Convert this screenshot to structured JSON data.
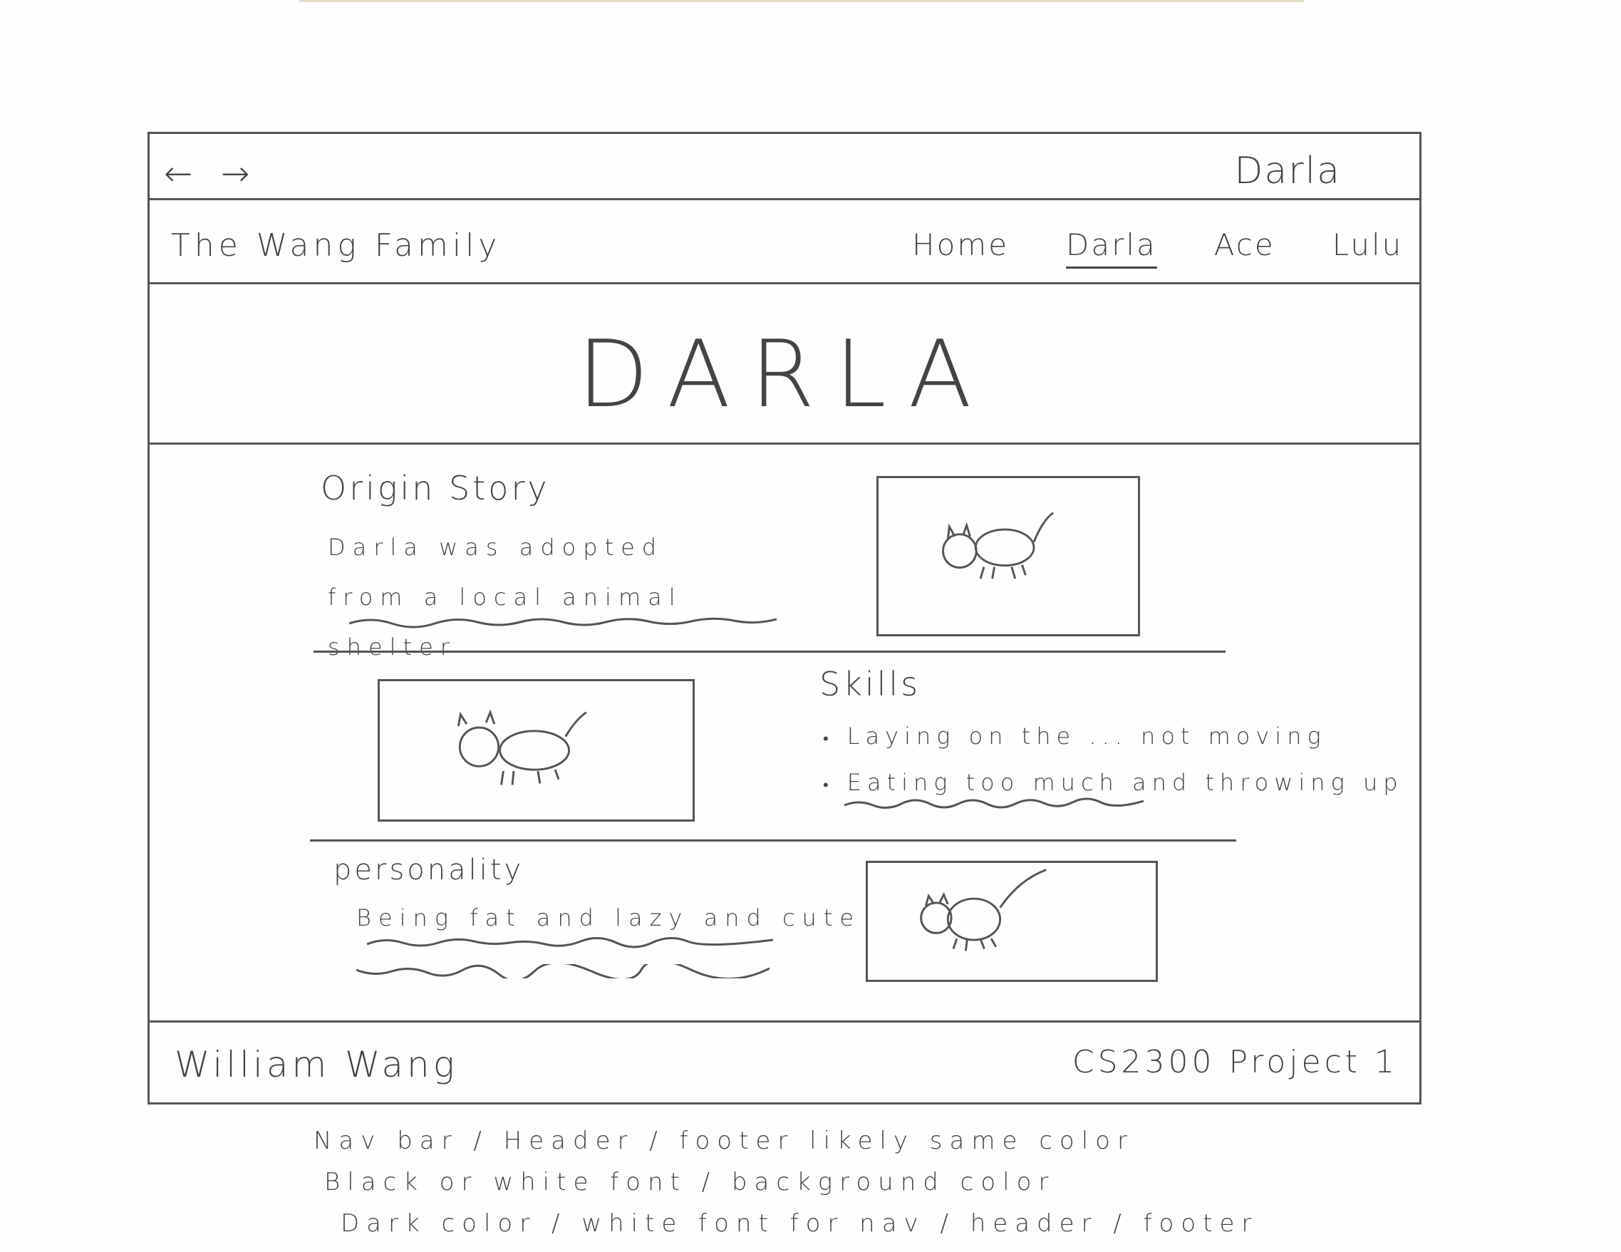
{
  "browser": {
    "back_arrow": "←",
    "forward_arrow": "→",
    "tab_title": "Darla"
  },
  "navbar": {
    "site_title": "The Wang Family",
    "items": [
      {
        "label": "Home",
        "active": false
      },
      {
        "label": "Darla",
        "active": true
      },
      {
        "label": "Ace",
        "active": false
      },
      {
        "label": "Lulu",
        "active": false
      }
    ]
  },
  "hero": {
    "title": "DARLA"
  },
  "sections": {
    "origin": {
      "heading": "Origin Story",
      "text": "Darla was adopted from a local animal shelter"
    },
    "skills": {
      "heading": "Skills",
      "items": [
        "Laying on the ... not moving",
        "Eating too much and throwing up"
      ]
    },
    "personality": {
      "heading": "personality",
      "text": "Being fat and lazy and cute"
    }
  },
  "footer": {
    "name": "William Wang",
    "course": "CS2300 Project 1"
  },
  "notes": [
    "Nav bar / Header / footer likely same color",
    "Black or white font / background color",
    "Dark color / white font for nav / header / footer"
  ]
}
